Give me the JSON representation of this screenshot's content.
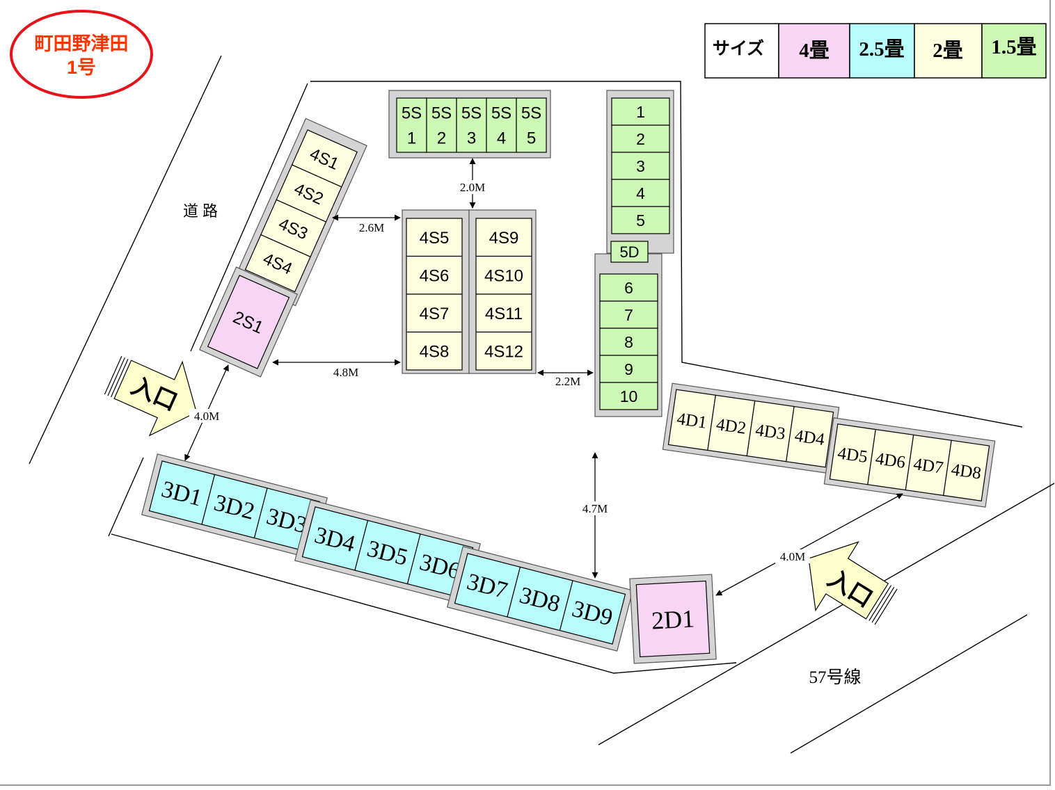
{
  "title": {
    "line1": "町田野津田",
    "line2": "1号"
  },
  "legend": {
    "header": "サイズ",
    "items": [
      {
        "label": "4畳",
        "color": "#f8d5f4"
      },
      {
        "label": "2.5畳",
        "color": "#b8fbfc"
      },
      {
        "label": "2畳",
        "color": "#fdfde0"
      },
      {
        "label": "1.5畳",
        "color": "#cdf7b5"
      }
    ]
  },
  "labels": {
    "road": "道 路",
    "route": "57号線",
    "entrance_left": "入口",
    "entrance_right": "入口"
  },
  "units": {
    "s5": [
      "5S\n1",
      "5S\n2",
      "5S\n3",
      "5S\n4",
      "5S\n5"
    ],
    "s1_10": [
      "1",
      "2",
      "3",
      "4",
      "5",
      "5D",
      "6",
      "7",
      "8",
      "9",
      "10"
    ],
    "s4_diag": [
      "4S1",
      "4S2",
      "4S3",
      "4S4"
    ],
    "s2": [
      "2S1"
    ],
    "s4_left": [
      "4S5",
      "4S6",
      "4S7",
      "4S8"
    ],
    "s4_right": [
      "4S9",
      "4S10",
      "4S11",
      "4S12"
    ],
    "d4_a": [
      "4D1",
      "4D2",
      "4D3",
      "4D4"
    ],
    "d4_b": [
      "4D5",
      "4D6",
      "4D7",
      "4D8"
    ],
    "d3_a": [
      "3D1",
      "3D2",
      "3D3"
    ],
    "d3_b": [
      "3D4",
      "3D5",
      "3D6"
    ],
    "d3_c": [
      "3D7",
      "3D8",
      "3D9"
    ],
    "d2": [
      "2D1"
    ]
  },
  "dimensions": {
    "d1": "2.0M",
    "d2": "2.6M",
    "d3": "4.8M",
    "d4": "2.2M",
    "d5": "4.0M",
    "d6": "4.7M",
    "d7": "4.0M"
  },
  "colors": {
    "pink": "#f8d5f4",
    "cyan": "#b8fbfc",
    "cream": "#fdfde0",
    "green": "#cdf7b5",
    "frame": "#d4d4d4",
    "accent_red": "#e8131a",
    "title_text": "#ff3300",
    "arrow_fill": "#ffffcc"
  }
}
